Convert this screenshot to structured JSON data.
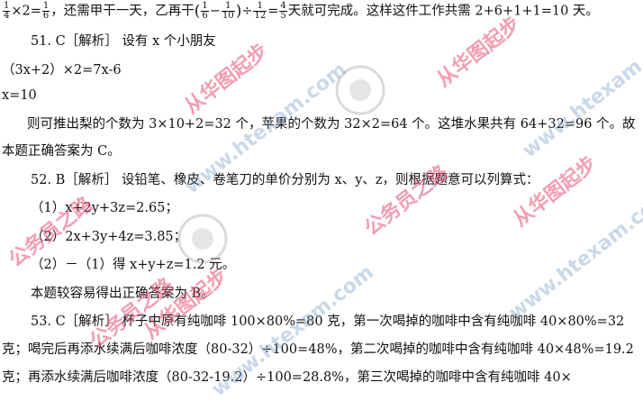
{
  "lines": {
    "l1": {
      "f1_num": "1",
      "f1_den": "4",
      "op1": "×2=",
      "f2_num": "1",
      "f2_den": "6",
      "text1": "，还需甲干一天，乙再干",
      "f3_num": "1",
      "f3_den": "6",
      "minus": "−",
      "f4_num": "1",
      "f4_den": "10",
      "div": "÷",
      "f5_num": "1",
      "f5_den": "12",
      "eq": "=",
      "f6_num": "4",
      "f6_den": "5",
      "text2": "天就可完成。这样这件工作共需 2+6+1+1=10 天。"
    },
    "l2": "51. C［解析］ 设有 x 个小朋友",
    "l3": "（3x+2）×2=7x-6",
    "l4": "x=10",
    "l5": "则可推出梨的个数为 3×10+2=32 个，苹果的个数为 32×2=64 个。这堆水果共有 64+32=96 个。故",
    "l6": "本题正确答案为 C。",
    "l7": "52. B［解析］ 设铅笔、橡皮、卷笔刀的单价分别为 x、y、z，则根据题意可以列算式：",
    "l8": "（1）x+2y+3z=2.65；",
    "l9": "（2）2x+3y+4z=3.85；",
    "l10": "（2）－（1）得 x+y+z=1.2 元。",
    "l11": "本题较容易得出正确答案为 B。",
    "l12": "53. C［解析］ 杯子中原有纯咖啡 100×80%=80 克，第一次喝掉的咖啡中含有纯咖啡 40×80%=32",
    "l13": "克；喝完后再添水续满后咖啡浓度（80-32）÷100=48%，第二次喝掉的咖啡中含有纯咖啡 40×48%=19.2",
    "l14": "克；再添水续满后咖啡浓度（80-32-19.2）÷100=28.8%，第三次喝掉的咖啡中含有纯咖啡 40×"
  },
  "watermarks": {
    "pink_phrase_1": "公务员之路",
    "pink_phrase_2": "从华图起步",
    "site": "www.htexam.com"
  },
  "colors": {
    "text": "#111111",
    "watermark_pink": "#e74c74",
    "watermark_blue": "#78a0c8"
  }
}
